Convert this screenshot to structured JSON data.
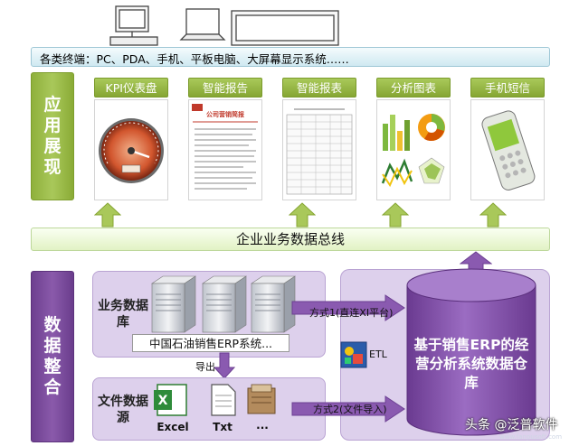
{
  "top_bar": {
    "devices_text": "各类终端：PC、PDA、手机、平板电脑、大屏幕显示系统……"
  },
  "sections": {
    "presentation": "应用展现",
    "integration": "数据整合"
  },
  "apps": [
    {
      "label": "KPI仪表盘"
    },
    {
      "label": "智能报告"
    },
    {
      "label": "智能报表"
    },
    {
      "label": "分析图表"
    },
    {
      "label": "手机短信"
    }
  ],
  "report_thumb": {
    "title": "公司营销简报"
  },
  "bus": {
    "label": "企业业务数据总线"
  },
  "db_panel": {
    "title": "业务数据库",
    "system_label": "中国石油销售ERP系统..."
  },
  "file_panel": {
    "title": "文件数据源",
    "file_types": [
      "Excel",
      "Txt",
      "..."
    ]
  },
  "export_label": "导出",
  "etl_label": "ETL",
  "warehouse": {
    "label": "基于销售ERP的经营分析系统数据仓库"
  },
  "connections": {
    "mode1": "方式1(直连XI平台)",
    "mode2": "方式2(文件导入)"
  },
  "watermark": {
    "text": "头条 @泛普软件",
    "sub": "www.fanpusoft.com"
  },
  "colors": {
    "green": "#8fb03c",
    "purple": "#7a4b9c",
    "arrow_green": "#a9c85a",
    "arrow_purple": "#8a5ab0"
  }
}
